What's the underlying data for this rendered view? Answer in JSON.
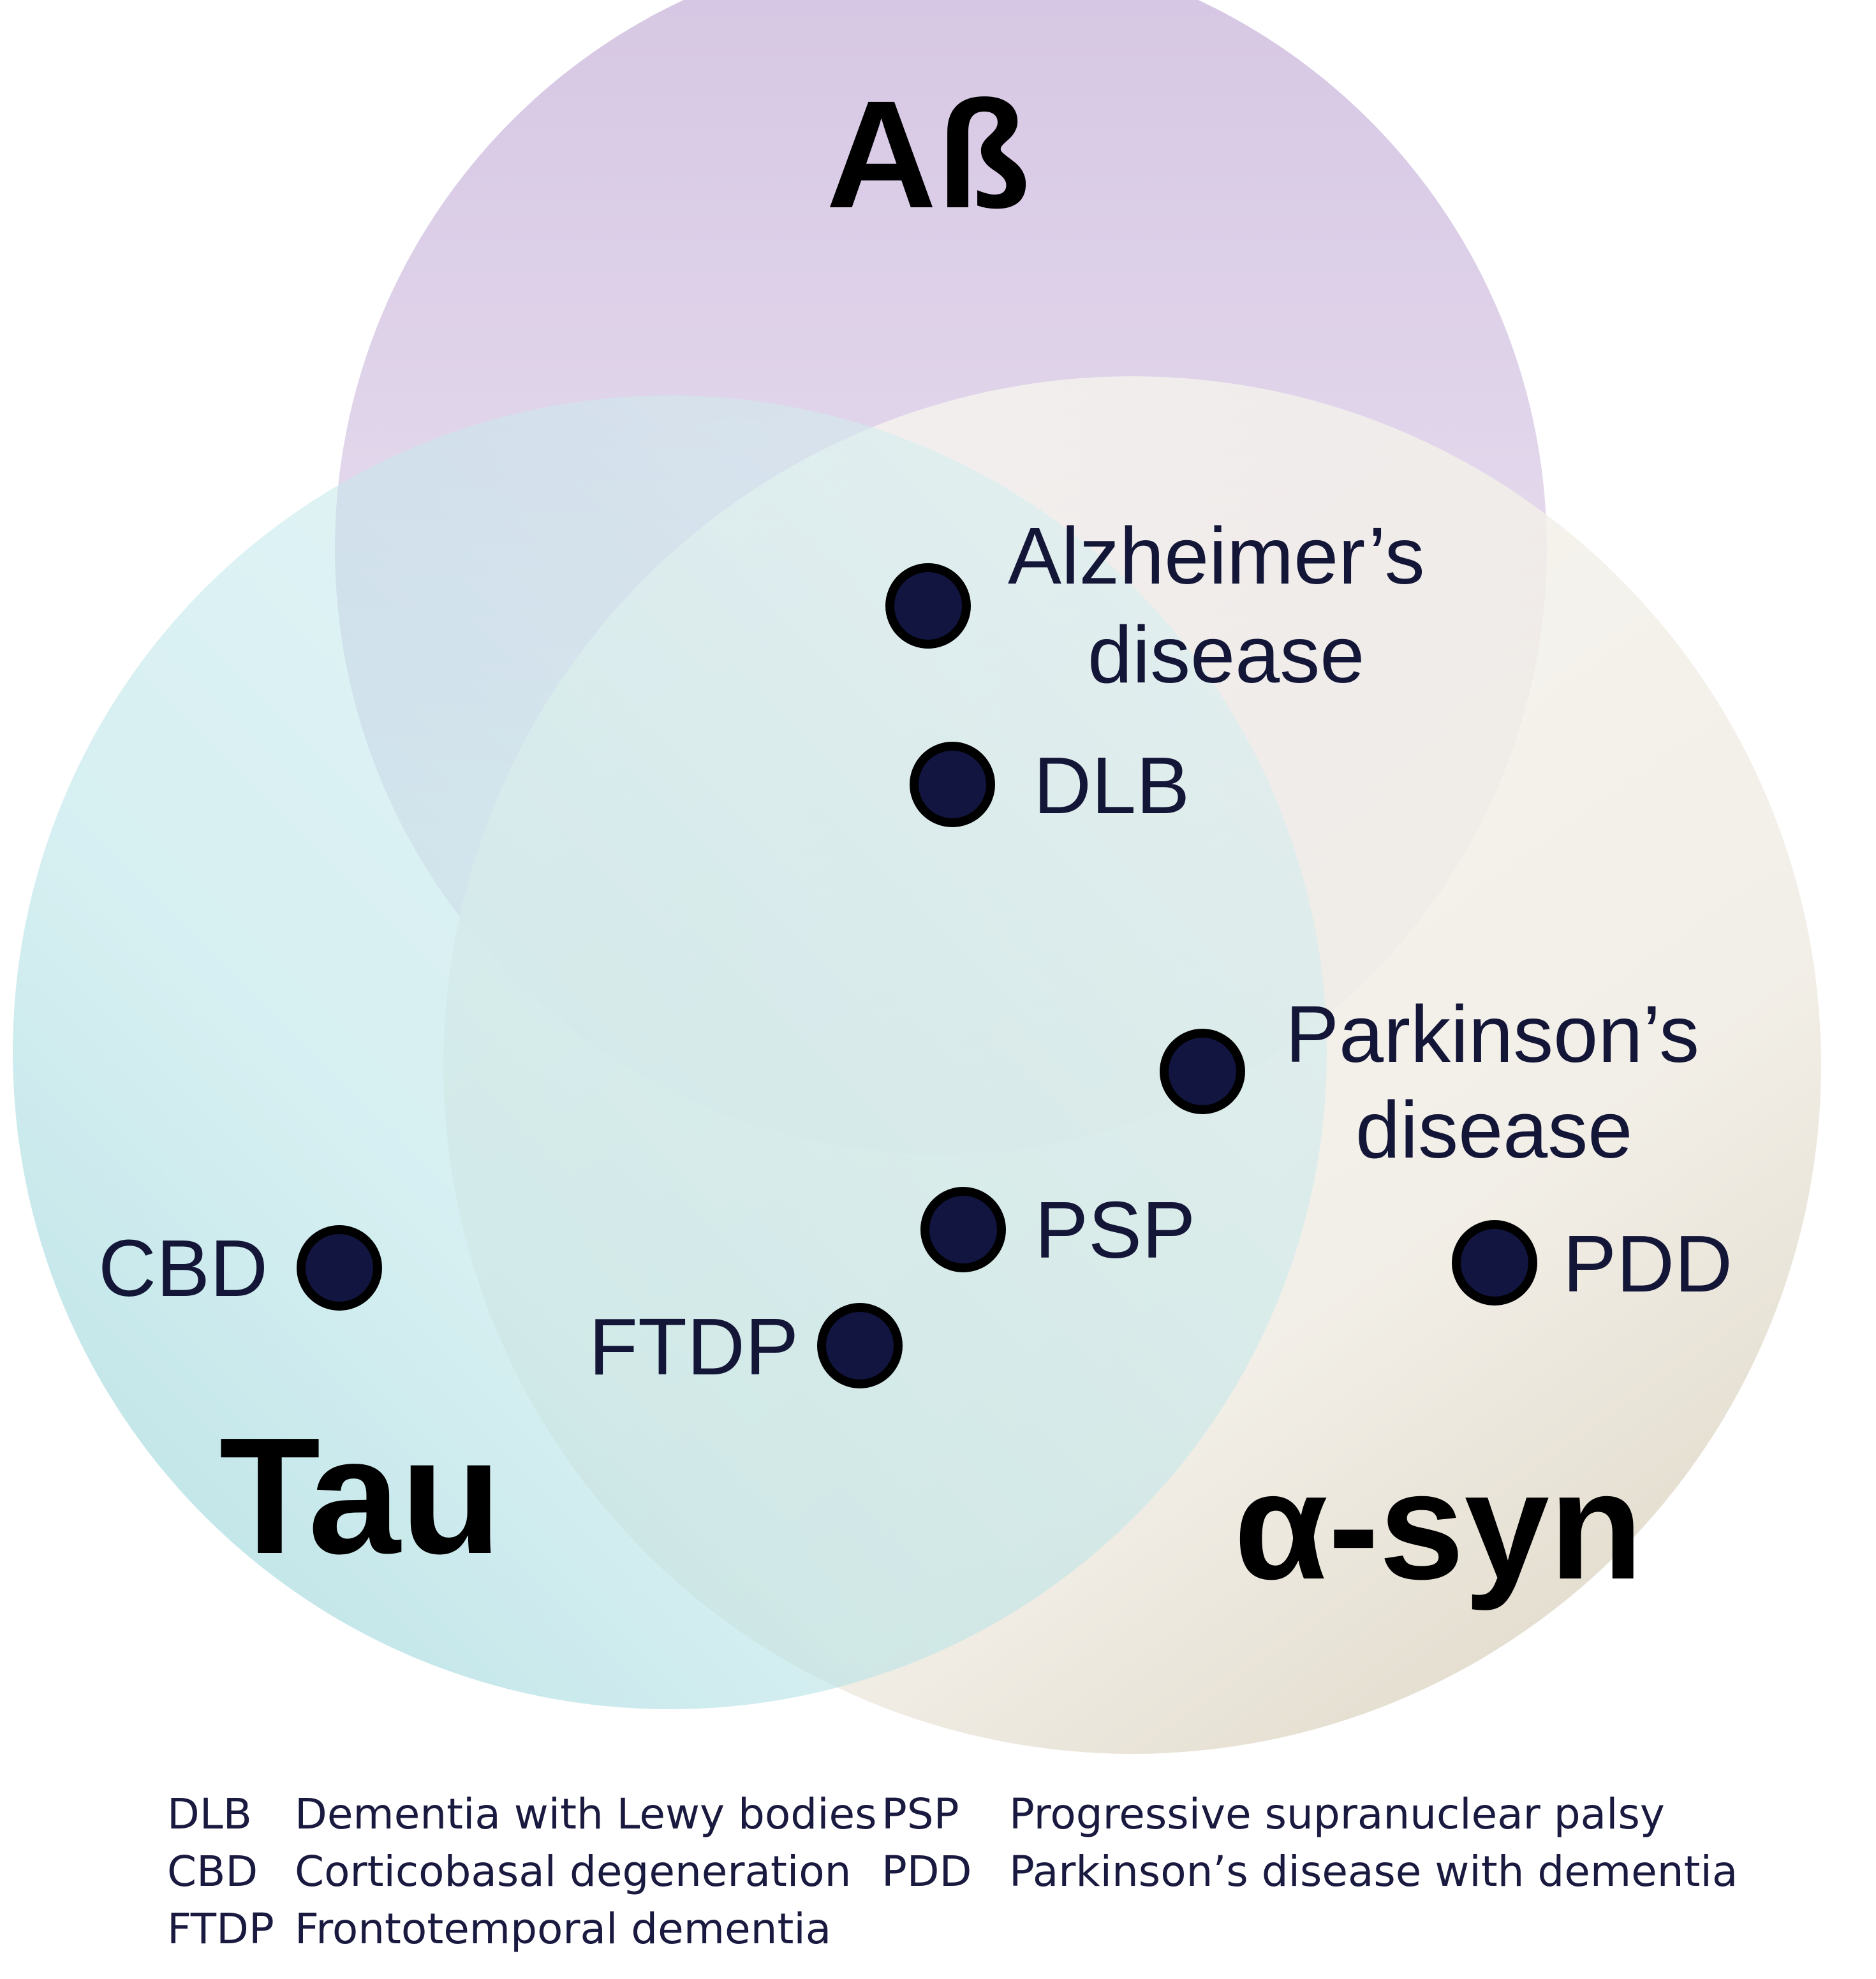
{
  "sets": {
    "abeta": {
      "label": "Aß",
      "color": "#d9c8e4"
    },
    "tau": {
      "label": "Tau",
      "color": "#9ad8dc"
    },
    "asyn": {
      "label": "α-syn",
      "color": "#ebe5d6"
    }
  },
  "diseases": [
    {
      "id": "ad",
      "lines": [
        "Alzheimer’s",
        "disease"
      ]
    },
    {
      "id": "dlb",
      "lines": [
        "DLB"
      ]
    },
    {
      "id": "pd",
      "lines": [
        "Parkinson’s",
        "disease"
      ]
    },
    {
      "id": "psp",
      "lines": [
        "PSP"
      ]
    },
    {
      "id": "pdd",
      "lines": [
        "PDD"
      ]
    },
    {
      "id": "cbd",
      "lines": [
        "CBD"
      ]
    },
    {
      "id": "ftdp",
      "lines": [
        "FTDP"
      ]
    }
  ],
  "legend": [
    {
      "abbr": "DLB",
      "full": "Dementia with Lewy bodies"
    },
    {
      "abbr": "PSP",
      "full": "Progressive supranuclear palsy"
    },
    {
      "abbr": "CBD",
      "full": "Corticobasal degeneration"
    },
    {
      "abbr": "PDD",
      "full": "Parkinson’s disease with dementia"
    },
    {
      "abbr": "FTDP",
      "full": "Frontotemporal dementia"
    }
  ]
}
